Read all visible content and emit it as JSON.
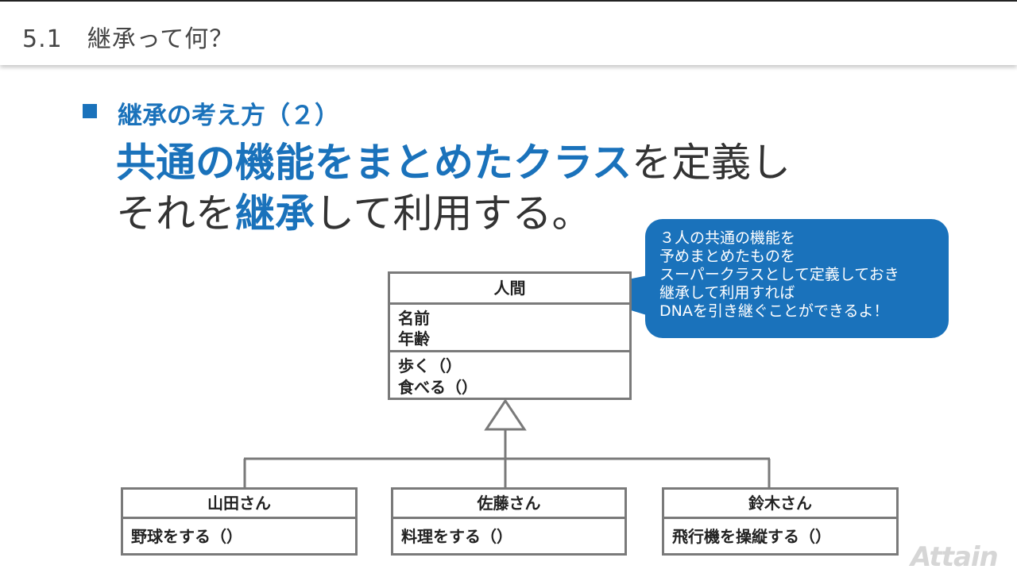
{
  "header": {
    "title": "5.1　継承って何？"
  },
  "section": {
    "title": "継承の考え方（２）"
  },
  "headline": {
    "line1_hl": "共通の機能をまとめたクラス",
    "line1_rest": "を定義し",
    "line2_a": "それを",
    "line2_hl": "継承",
    "line2_b": "して利用する。"
  },
  "callout": {
    "lines": [
      "３人の共通の機能を",
      "予めまとめたものを",
      "スーパークラスとして定義しておき",
      "継承して利用すれば",
      "DNAを引き継ぐことができるよ！"
    ]
  },
  "superclass": {
    "name": "人間",
    "attributes": [
      "名前",
      "年齢"
    ],
    "methods": [
      "歩く（）",
      "食べる（）"
    ]
  },
  "subclasses": [
    {
      "name": "山田さん",
      "method": "野球をする（）"
    },
    {
      "name": "佐藤さん",
      "method": "料理をする（）"
    },
    {
      "name": "鈴木さん",
      "method": "飛行機を操縦する（）"
    }
  ],
  "logo": {
    "text": "Attain"
  },
  "colors": {
    "accent": "#1a72bb",
    "border": "#7a7a7a"
  }
}
